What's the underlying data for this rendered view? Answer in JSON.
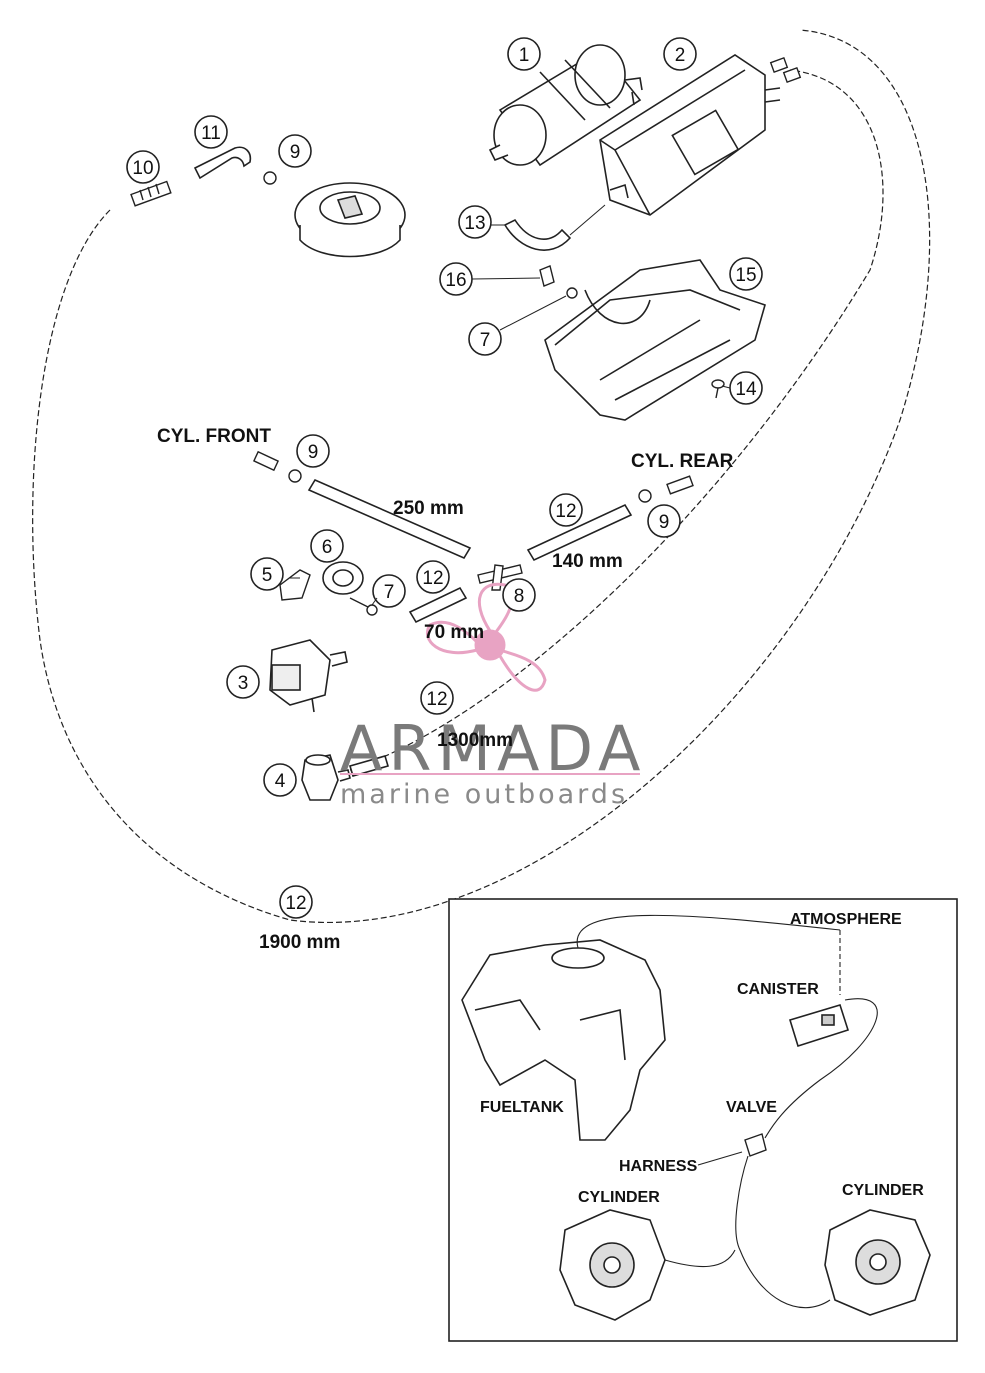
{
  "callouts": {
    "c1": "1",
    "c2": "2",
    "c3": "3",
    "c4": "4",
    "c5": "5",
    "c6": "6",
    "c7a": "7",
    "c7b": "7",
    "c8": "8",
    "c9a": "9",
    "c9b": "9",
    "c9c": "9",
    "c10": "10",
    "c11": "11",
    "c12a": "12",
    "c12b": "12",
    "c12c": "12",
    "c12d": "12",
    "c13": "13",
    "c14": "14",
    "c15": "15",
    "c16": "16"
  },
  "labels": {
    "cyl_front": "CYL. FRONT",
    "cyl_rear": "CYL. REAR",
    "len_250": "250 mm",
    "len_140": "140 mm",
    "len_70": "70 mm",
    "len_1300": "1300mm",
    "len_1900": "1900 mm"
  },
  "inset": {
    "atmosphere": "ATMOSPHERE",
    "canister": "CANISTER",
    "fueltank": "FUELTANK",
    "valve": "VALVE",
    "harness": "HARNESS",
    "cylinder_left": "CYLINDER",
    "cylinder_right": "CYLINDER"
  },
  "watermark": {
    "brand": "ARMADA",
    "tagline": "marine outboards",
    "accent_color": "#e8a3c3",
    "text_color": "#7a7a7a"
  }
}
